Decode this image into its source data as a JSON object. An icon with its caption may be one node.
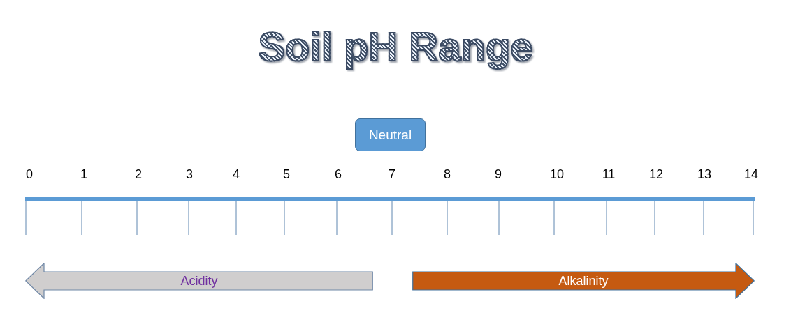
{
  "diagram": {
    "title": "Soil pH Range",
    "nodes": [
      {
        "text": [
          "Neutral"
        ]
      },
      {
        "text": [
          "Acidity"
        ]
      },
      {
        "text": [
          "Alkalinity"
        ]
      }
    ],
    "edges": [],
    "labels": [
      "0",
      "1",
      "2",
      "3",
      "4",
      "5",
      "6",
      "7",
      "8",
      "9",
      "10",
      "11",
      "12",
      "13",
      "14"
    ]
  }
}
